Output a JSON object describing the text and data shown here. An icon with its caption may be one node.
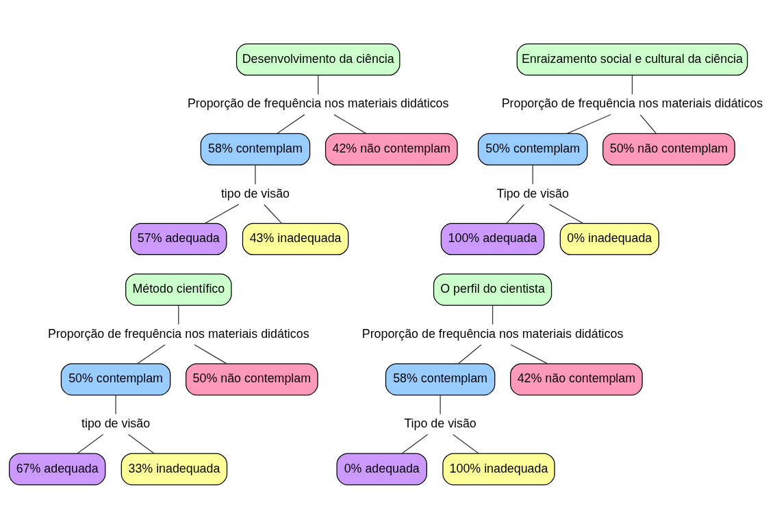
{
  "diagram": {
    "nodes": [
      {
        "text": [
          "Desenvolvimento da ciência"
        ]
      },
      {
        "text": [
          "Proporção de frequência nos materiais didáticos"
        ]
      },
      {
        "text": [
          "58% contemplam"
        ]
      },
      {
        "text": [
          "42% não contemplam"
        ]
      },
      {
        "text": [
          "tipo de visão"
        ]
      },
      {
        "text": [
          "57% adequada"
        ]
      },
      {
        "text": [
          "43% inadequada"
        ]
      },
      {
        "text": [
          "Enraizamento social e cultural da ciência"
        ]
      },
      {
        "text": [
          "Proporção de frequência nos materiais didáticos"
        ]
      },
      {
        "text": [
          "50% contemplam"
        ]
      },
      {
        "text": [
          "50% não contemplam"
        ]
      },
      {
        "text": [
          "Tipo de visão"
        ]
      },
      {
        "text": [
          "100% adequada"
        ]
      },
      {
        "text": [
          "0% inadequada"
        ]
      },
      {
        "text": [
          "Método científico"
        ]
      },
      {
        "text": [
          "Proporção de frequência nos materiais didáticos"
        ]
      },
      {
        "text": [
          "50% contemplam"
        ]
      },
      {
        "text": [
          "50% não contemplam"
        ]
      },
      {
        "text": [
          "tipo de visão"
        ]
      },
      {
        "text": [
          "67% adequada"
        ]
      },
      {
        "text": [
          "33% inadequada"
        ]
      },
      {
        "text": [
          "O perfil do cientista"
        ]
      },
      {
        "text": [
          "Proporção de frequência nos materiais didáticos"
        ]
      },
      {
        "text": [
          "58% contemplam"
        ]
      },
      {
        "text": [
          "42% não contemplam"
        ]
      },
      {
        "text": [
          "Tipo de visão"
        ]
      },
      {
        "text": [
          "0% adequada"
        ]
      },
      {
        "text": [
          "100% inadequada"
        ]
      }
    ],
    "edges": [
      {
        "from": 0,
        "to": 1,
        "arrow": "none"
      },
      {
        "from": 1,
        "to": 2,
        "arrow": "none"
      },
      {
        "from": 1,
        "to": 3,
        "arrow": "none"
      },
      {
        "from": 2,
        "to": 4,
        "arrow": "none"
      },
      {
        "from": 4,
        "to": 5,
        "arrow": "none"
      },
      {
        "from": 4,
        "to": 6,
        "arrow": "none"
      },
      {
        "from": 7,
        "to": 8,
        "arrow": "none"
      },
      {
        "from": 8,
        "to": 9,
        "arrow": "none"
      },
      {
        "from": 8,
        "to": 10,
        "arrow": "none"
      },
      {
        "from": 9,
        "to": 11,
        "arrow": "none"
      },
      {
        "from": 11,
        "to": 12,
        "arrow": "none"
      },
      {
        "from": 11,
        "to": 13,
        "arrow": "none"
      },
      {
        "from": 14,
        "to": 15,
        "arrow": "none"
      },
      {
        "from": 15,
        "to": 16,
        "arrow": "none"
      },
      {
        "from": 15,
        "to": 17,
        "arrow": "none"
      },
      {
        "from": 16,
        "to": 18,
        "arrow": "none"
      },
      {
        "from": 18,
        "to": 19,
        "arrow": "none"
      },
      {
        "from": 18,
        "to": 20,
        "arrow": "none"
      },
      {
        "from": 21,
        "to": 22,
        "arrow": "none"
      },
      {
        "from": 22,
        "to": 23,
        "arrow": "none"
      },
      {
        "from": 22,
        "to": 24,
        "arrow": "none"
      },
      {
        "from": 23,
        "to": 25,
        "arrow": "none"
      },
      {
        "from": 25,
        "to": 26,
        "arrow": "none"
      },
      {
        "from": 25,
        "to": 27,
        "arrow": "none"
      }
    ]
  }
}
